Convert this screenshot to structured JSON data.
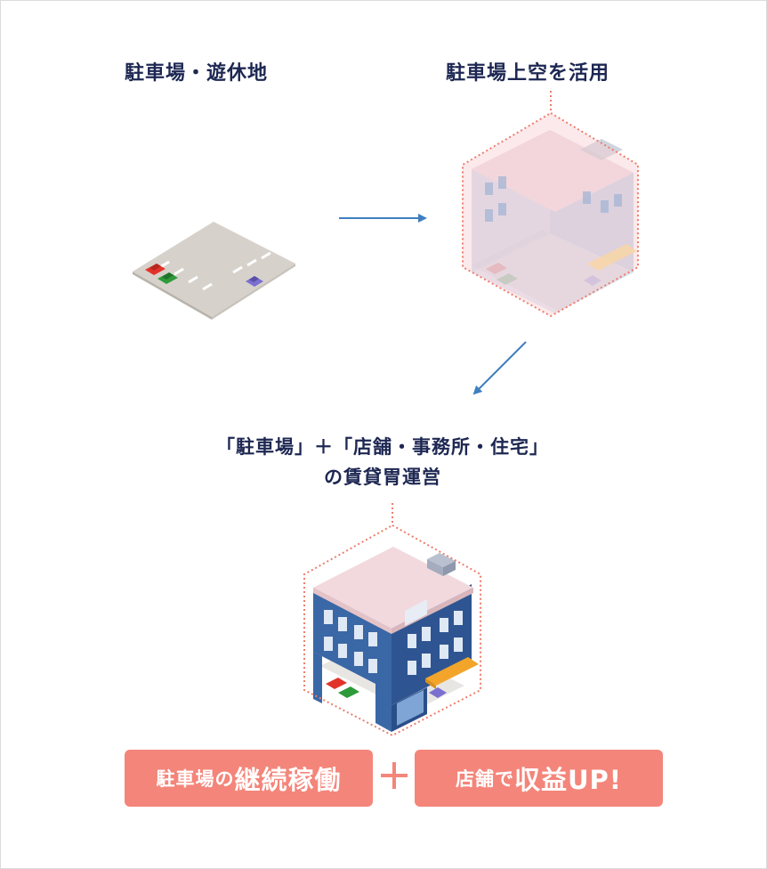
{
  "step1": {
    "label": "駐車場・遊休地"
  },
  "step2": {
    "label": "駐車場上空を活用"
  },
  "step3": {
    "line1": "「駐車場」＋「店舗・事務所・住宅」",
    "line2": "の賃貸胃運営"
  },
  "benefits": [
    {
      "small": "駐車場の",
      "big": "継続稼働"
    },
    {
      "small": "店舗で",
      "big": "収益UP!"
    }
  ],
  "colors": {
    "navy": "#1d2752",
    "accent": "#f4857a",
    "arrow": "#3f7fbf",
    "building_blue": "#3a67a6",
    "roof_pink": "#f2d9dd",
    "dotted_outline": "#ee7d6c"
  },
  "icons": [
    "arrow-right-icon",
    "arrow-down-left-icon",
    "plus-icon"
  ]
}
